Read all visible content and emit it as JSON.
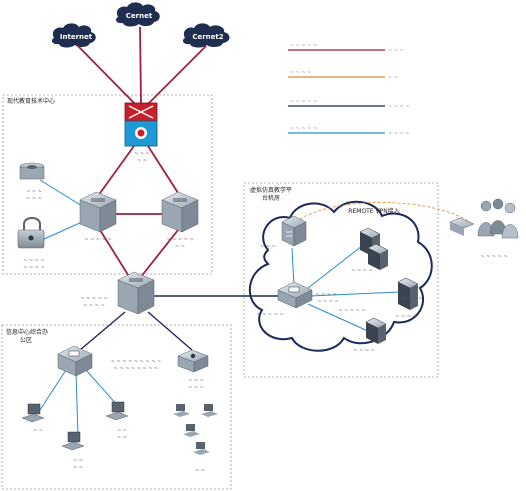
{
  "colors": {
    "core_link": "#a0203c",
    "vpn_link": "#e08a2c",
    "gig_link": "#1a2a5a",
    "access_link": "#2a8ad0",
    "box_border": "#999999"
  },
  "clouds": {
    "internet": "Internet",
    "cernet": "Cernet",
    "cernet2": "Cernet2"
  },
  "legend": [
    {
      "label": "~ ~ ~ ~ ~",
      "value": "~ ~ ~"
    },
    {
      "label": "~ ~ ~ ~",
      "value": "~ ~"
    },
    {
      "label": "~ ~ ~ ~ ~",
      "value": "~ ~ ~ ~"
    },
    {
      "label": "~ ~ ~ ~ ~",
      "value": "~ ~ ~ ~"
    }
  ],
  "regions": {
    "center": "现代教育技术中心",
    "datacenter_line1": "虚拟仿真教学平",
    "datacenter_line2": "台机房",
    "office_line1": "信息中心综合办",
    "office_line2": "公区"
  },
  "vpn_label": "REMOTE VPN接入",
  "device_labels": {
    "egress": "~ ~ ~",
    "egress2": "~ ~",
    "left_srv1": "~ ~ ~",
    "left_srv2": "~ ~ ~",
    "left_srv3": "~ ~ ~ ~",
    "left_srv4": "~ ~ ~ ~",
    "core_left": "~ ~ ~ ~ ~",
    "core_right1": "~ ~ ~ ~ ~",
    "core_right2": "~ ~",
    "agg": "~ ~ ~ ~ ~",
    "agg2": "~ ~ ~ ~",
    "access_sw1": "~ ~ ~ ~ ~ ~ ~ ~ ~",
    "access_sw2": "~ ~ ~ ~ ~ ~ ~ ~",
    "wireless": "~ ~ ~",
    "wireless2": "~ ~ ~",
    "vpn_gw": "~ ~ ~",
    "dc_sw": "~ ~ ~ ~ ~",
    "dc_sw2": "~ ~ ~ ~",
    "dc_srv1": "~ ~ ~ ~",
    "dc_srv2": "~ ~ ~ ~",
    "dc_srv3": "~ ~ ~ ~",
    "dc_srv4": "~ ~ ~ ~",
    "dc_link1": "~ ~ ~ ~",
    "dc_link2": "~ ~ ~ ~ ~",
    "remote_users": "~ ~ ~ ~ ~",
    "pc1": "~ ~",
    "pc2": "~ ~",
    "pc3": "~ ~",
    "pc4": "~ ~",
    "pc5": "~ ~",
    "laptops": "~ ~"
  }
}
